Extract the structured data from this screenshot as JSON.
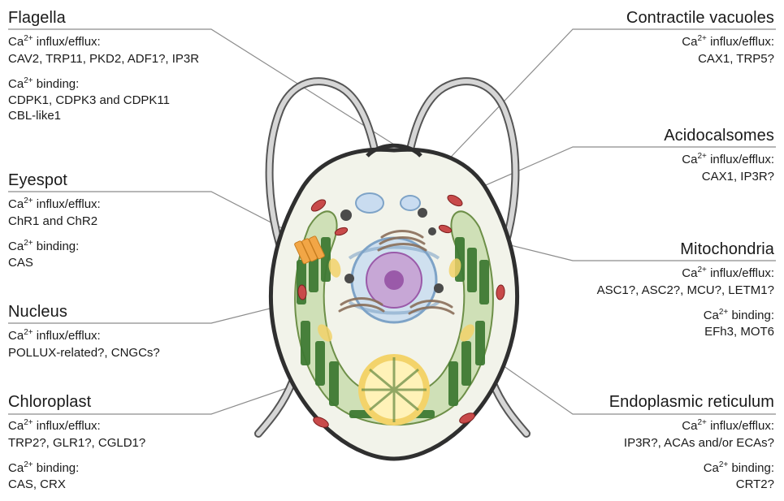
{
  "ca_prefix": "Ca",
  "ca_sup": "2+",
  "sections": {
    "flagella": {
      "title": "Flagella",
      "influx_label": "influx/efflux:",
      "influx_items": "CAV2, TRP11, PKD2, ADF1?, IP3R",
      "binding_label": "binding:",
      "binding_items": [
        "CDPK1, CDPK3 and CDPK11",
        "CBL-like1"
      ]
    },
    "eyespot": {
      "title": "Eyespot",
      "influx_label": "influx/efflux:",
      "influx_items": "ChR1 and ChR2",
      "binding_label": "binding:",
      "binding_items": [
        "CAS"
      ]
    },
    "nucleus": {
      "title": "Nucleus",
      "influx_label": "influx/efflux:",
      "influx_items": "POLLUX-related?, CNGCs?"
    },
    "chloroplast": {
      "title": "Chloroplast",
      "influx_label": "influx/efflux:",
      "influx_items": "TRP2?, GLR1?, CGLD1?",
      "binding_label": "binding:",
      "binding_items": [
        "CAS, CRX"
      ]
    },
    "contractile": {
      "title": "Contractile vacuoles",
      "influx_label": "influx/efflux:",
      "influx_items": "CAX1, TRP5?"
    },
    "acidocalsomes": {
      "title": "Acidocalsomes",
      "influx_label": "influx/efflux:",
      "influx_items": "CAX1, IP3R?"
    },
    "mitochondria": {
      "title": "Mitochondria",
      "influx_label": "influx/efflux:",
      "influx_items": "ASC1?, ASC2?, MCU?, LETM1?",
      "binding_label": "binding:",
      "binding_items": [
        "EFh3, MOT6"
      ]
    },
    "er": {
      "title": "Endoplasmic reticulum",
      "influx_label": "influx/efflux:",
      "influx_items": "IP3R?, ACAs and/or ECAs?",
      "binding_label": "binding:",
      "binding_items": [
        "CRT2?"
      ]
    }
  },
  "colors": {
    "line": "#8c8c8c",
    "cell_wall": "#3a3a3a",
    "cytoplasm": "#f2f3ea",
    "chloroplast": "#cfe0b7",
    "chloroplast_edge": "#6d8f48",
    "thylakoid": "#3f7a34",
    "pyrenoid": "#fff2b8",
    "starch": "#f3d36a",
    "nucleus_outer": "#cfe0ef",
    "nucleus_inner": "#c7a7d6",
    "nucleolus": "#9a5aa9",
    "mitochondria": "#c84a4a",
    "eyespot": "#f2a646",
    "vacuole": "#c9dcf0",
    "golgi": "#8a6f5a"
  }
}
